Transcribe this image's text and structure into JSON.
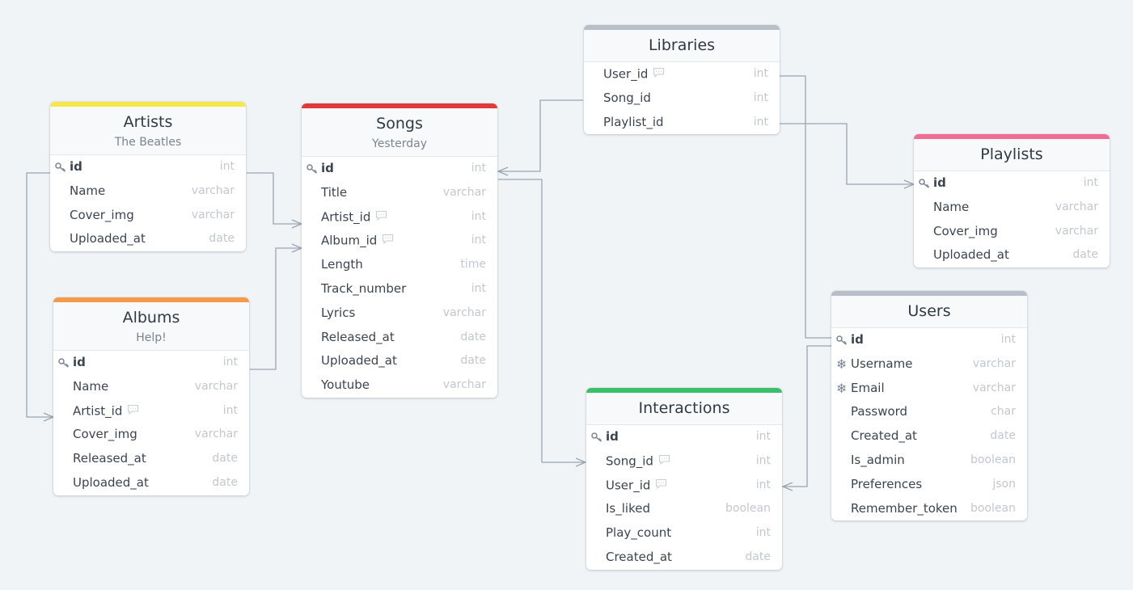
{
  "colors": {
    "background": "#f0f4f7",
    "connector": "#9aa5b1"
  },
  "tables": [
    {
      "key": "artists",
      "name": "Artists",
      "note": "The Beatles",
      "bar_color": "#f7e64a",
      "fields": [
        {
          "name": "id",
          "type": "int",
          "pk": true
        },
        {
          "name": "Name",
          "type": "varchar"
        },
        {
          "name": "Cover_img",
          "type": "varchar"
        },
        {
          "name": "Uploaded_at",
          "type": "date"
        }
      ]
    },
    {
      "key": "albums",
      "name": "Albums",
      "note": "Help!",
      "bar_color": "#f5994a",
      "fields": [
        {
          "name": "id",
          "type": "int",
          "pk": true
        },
        {
          "name": "Name",
          "type": "varchar"
        },
        {
          "name": "Artist_id",
          "type": "int",
          "note_icon": true
        },
        {
          "name": "Cover_img",
          "type": "varchar"
        },
        {
          "name": "Released_at",
          "type": "date"
        },
        {
          "name": "Uploaded_at",
          "type": "date"
        }
      ]
    },
    {
      "key": "songs",
      "name": "Songs",
      "note": "Yesterday",
      "bar_color": "#e03a3a",
      "fields": [
        {
          "name": "id",
          "type": "int",
          "pk": true
        },
        {
          "name": "Title",
          "type": "varchar"
        },
        {
          "name": "Artist_id",
          "type": "int",
          "note_icon": true
        },
        {
          "name": "Album_id",
          "type": "int",
          "note_icon": true
        },
        {
          "name": "Length",
          "type": "time"
        },
        {
          "name": "Track_number",
          "type": "int"
        },
        {
          "name": "Lyrics",
          "type": "varchar"
        },
        {
          "name": "Released_at",
          "type": "date"
        },
        {
          "name": "Uploaded_at",
          "type": "date"
        },
        {
          "name": "Youtube",
          "type": "varchar"
        }
      ]
    },
    {
      "key": "libraries",
      "name": "Libraries",
      "bar_color": "#b6bec7",
      "fields": [
        {
          "name": "User_id",
          "type": "int",
          "note_icon": true
        },
        {
          "name": "Song_id",
          "type": "int"
        },
        {
          "name": "Playlist_id",
          "type": "int"
        }
      ]
    },
    {
      "key": "playlists",
      "name": "Playlists",
      "bar_color": "#f06c92",
      "fields": [
        {
          "name": "id",
          "type": "int",
          "pk": true
        },
        {
          "name": "Name",
          "type": "varchar"
        },
        {
          "name": "Cover_img",
          "type": "varchar"
        },
        {
          "name": "Uploaded_at",
          "type": "date"
        }
      ]
    },
    {
      "key": "users",
      "name": "Users",
      "bar_color": "#b6bec7",
      "fields": [
        {
          "name": "id",
          "type": "int",
          "pk": true
        },
        {
          "name": "Username",
          "type": "varchar",
          "unique": true
        },
        {
          "name": "Email",
          "type": "varchar",
          "unique": true
        },
        {
          "name": "Password",
          "type": "char"
        },
        {
          "name": "Created_at",
          "type": "date"
        },
        {
          "name": "Is_admin",
          "type": "boolean"
        },
        {
          "name": "Preferences",
          "type": "json"
        },
        {
          "name": "Remember_token",
          "type": "boolean"
        }
      ]
    },
    {
      "key": "interactions",
      "name": "Interactions",
      "bar_color": "#3cbf6a",
      "fields": [
        {
          "name": "id",
          "type": "int",
          "pk": true
        },
        {
          "name": "Song_id",
          "type": "int",
          "note_icon": true
        },
        {
          "name": "User_id",
          "type": "int",
          "note_icon": true
        },
        {
          "name": "Is_liked",
          "type": "boolean"
        },
        {
          "name": "Play_count",
          "type": "int"
        },
        {
          "name": "Created_at",
          "type": "date"
        }
      ]
    }
  ],
  "relationships": [
    {
      "from": "artists.id",
      "to": "songs.Artist_id",
      "cardinality": "one-to-many"
    },
    {
      "from": "artists.id",
      "to": "albums.Artist_id",
      "cardinality": "one-to-many"
    },
    {
      "from": "albums.id",
      "to": "songs.Album_id",
      "cardinality": "one-to-many"
    },
    {
      "from": "libraries.Song_id",
      "to": "songs.id",
      "cardinality": "many-to-one"
    },
    {
      "from": "songs.id",
      "to": "interactions.Song_id",
      "cardinality": "one-to-many"
    },
    {
      "from": "libraries.Playlist_id",
      "to": "playlists.id",
      "cardinality": "many-to-one"
    },
    {
      "from": "libraries.User_id",
      "to": "users.id",
      "cardinality": "many-to-one"
    },
    {
      "from": "users.id",
      "to": "interactions.User_id",
      "cardinality": "one-to-many"
    }
  ]
}
